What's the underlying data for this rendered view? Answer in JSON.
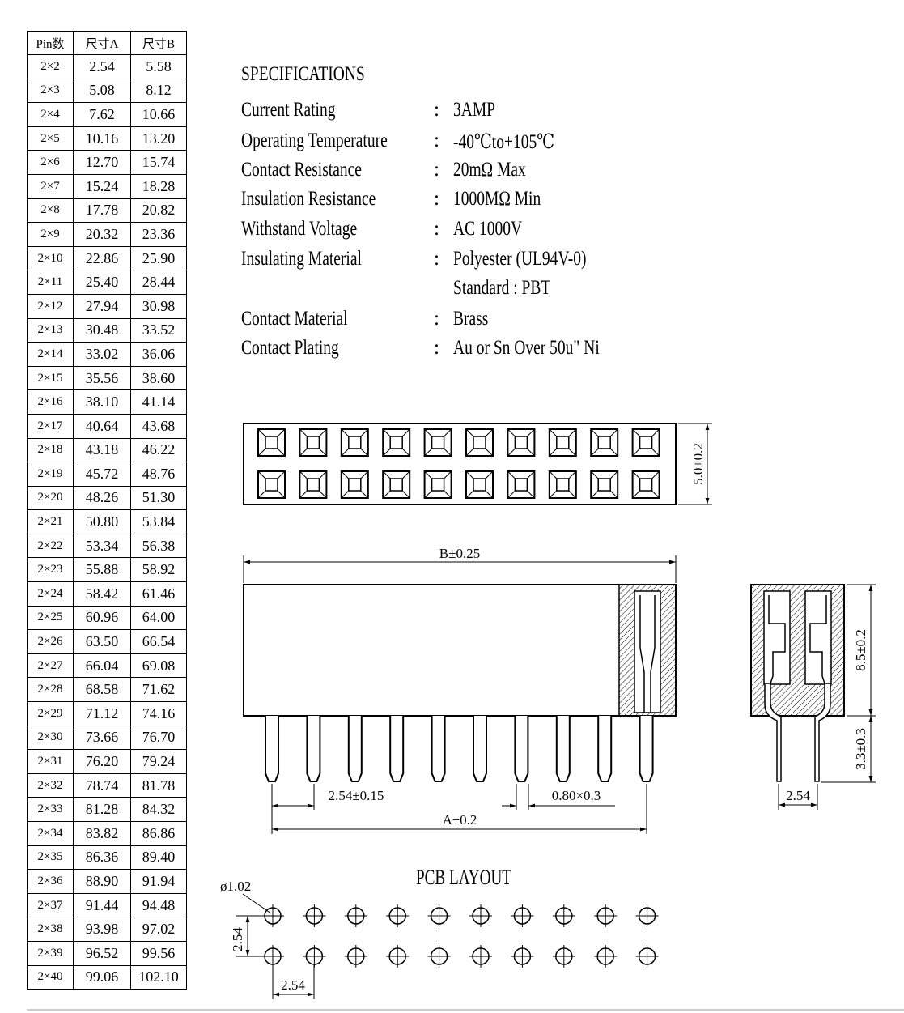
{
  "table": {
    "headers": [
      "Pin数",
      "尺寸A",
      "尺寸B"
    ],
    "rows": [
      [
        "2×2",
        "2.54",
        "5.58"
      ],
      [
        "2×3",
        "5.08",
        "8.12"
      ],
      [
        "2×4",
        "7.62",
        "10.66"
      ],
      [
        "2×5",
        "10.16",
        "13.20"
      ],
      [
        "2×6",
        "12.70",
        "15.74"
      ],
      [
        "2×7",
        "15.24",
        "18.28"
      ],
      [
        "2×8",
        "17.78",
        "20.82"
      ],
      [
        "2×9",
        "20.32",
        "23.36"
      ],
      [
        "2×10",
        "22.86",
        "25.90"
      ],
      [
        "2×11",
        "25.40",
        "28.44"
      ],
      [
        "2×12",
        "27.94",
        "30.98"
      ],
      [
        "2×13",
        "30.48",
        "33.52"
      ],
      [
        "2×14",
        "33.02",
        "36.06"
      ],
      [
        "2×15",
        "35.56",
        "38.60"
      ],
      [
        "2×16",
        "38.10",
        "41.14"
      ],
      [
        "2×17",
        "40.64",
        "43.68"
      ],
      [
        "2×18",
        "43.18",
        "46.22"
      ],
      [
        "2×19",
        "45.72",
        "48.76"
      ],
      [
        "2×20",
        "48.26",
        "51.30"
      ],
      [
        "2×21",
        "50.80",
        "53.84"
      ],
      [
        "2×22",
        "53.34",
        "56.38"
      ],
      [
        "2×23",
        "55.88",
        "58.92"
      ],
      [
        "2×24",
        "58.42",
        "61.46"
      ],
      [
        "2×25",
        "60.96",
        "64.00"
      ],
      [
        "2×26",
        "63.50",
        "66.54"
      ],
      [
        "2×27",
        "66.04",
        "69.08"
      ],
      [
        "2×28",
        "68.58",
        "71.62"
      ],
      [
        "2×29",
        "71.12",
        "74.16"
      ],
      [
        "2×30",
        "73.66",
        "76.70"
      ],
      [
        "2×31",
        "76.20",
        "79.24"
      ],
      [
        "2×32",
        "78.74",
        "81.78"
      ],
      [
        "2×33",
        "81.28",
        "84.32"
      ],
      [
        "2×34",
        "83.82",
        "86.86"
      ],
      [
        "2×35",
        "86.36",
        "89.40"
      ],
      [
        "2×36",
        "88.90",
        "91.94"
      ],
      [
        "2×37",
        "91.44",
        "94.48"
      ],
      [
        "2×38",
        "93.98",
        "97.02"
      ],
      [
        "2×39",
        "96.52",
        "99.56"
      ],
      [
        "2×40",
        "99.06",
        "102.10"
      ]
    ]
  },
  "specifications": {
    "title": "SPECIFICATIONS",
    "items": [
      {
        "label": "Current Rating",
        "value": "3AMP"
      },
      {
        "label": "Operating Temperature",
        "value": "-40℃to+105℃"
      },
      {
        "label": "Contact Resistance",
        "value": "20mΩ Max"
      },
      {
        "label": "Insulation Resistance",
        "value": "1000MΩ Min"
      },
      {
        "label": "Withstand Voltage",
        "value": "AC 1000V"
      },
      {
        "label": "Insulating Material",
        "value": "Polyester (UL94V-0)"
      },
      {
        "label": "",
        "value": "Standard : PBT"
      },
      {
        "label": "Contact Material",
        "value": "Brass"
      },
      {
        "label": "Contact Plating",
        "value": "Au or Sn Over 50u\" Ni"
      }
    ],
    "colon": ":"
  },
  "dimensions": {
    "height_top_view": "5.0±0.2",
    "length_b": "B±0.25",
    "pitch": "2.54±0.15",
    "pin_size": "0.80×0.3",
    "length_a": "A±0.2",
    "height_body": "8.5±0.2",
    "pin_length": "3.3±0.3",
    "side_pitch": "2.54"
  },
  "pcb_layout": {
    "title": "PCB LAYOUT",
    "hole_diameter": "ø1.02",
    "row_pitch": "2.54",
    "col_pitch": "2.54",
    "columns": 10,
    "rows": 2
  }
}
